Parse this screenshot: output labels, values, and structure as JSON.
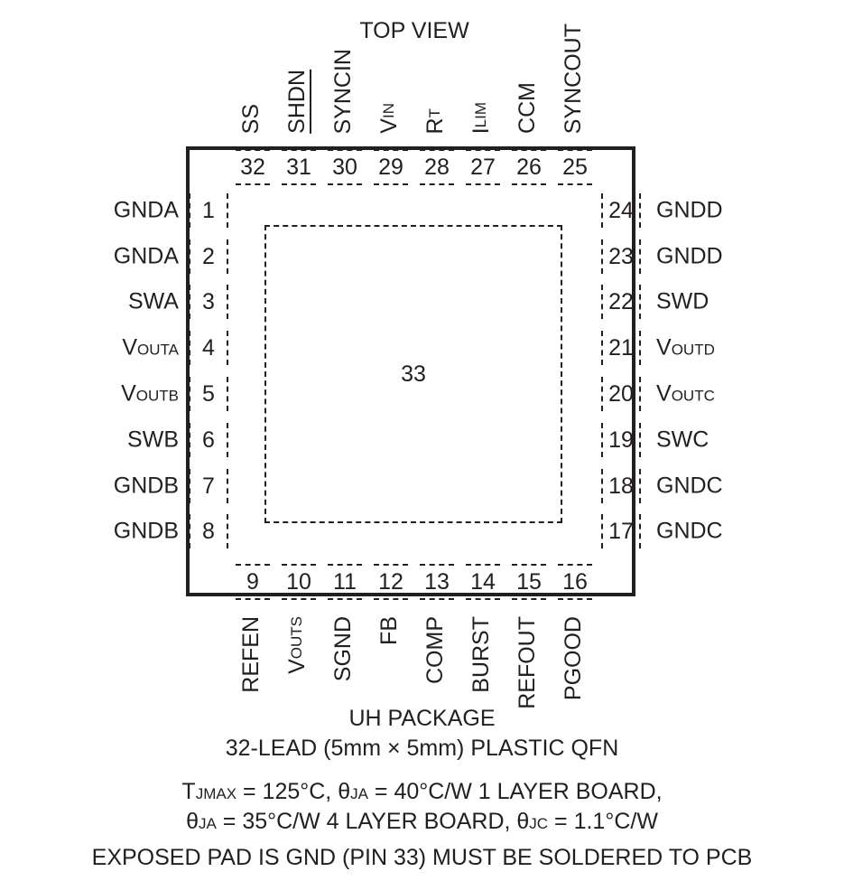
{
  "title": "TOP VIEW",
  "exposed_pad_number": "33",
  "top_pins": [
    {
      "num": "32",
      "label": "SS",
      "sub": ""
    },
    {
      "num": "31",
      "label": "SHDN",
      "sub": "",
      "overbar": true
    },
    {
      "num": "30",
      "label": "SYNCIN",
      "sub": ""
    },
    {
      "num": "29",
      "label": "V",
      "sub": "IN"
    },
    {
      "num": "28",
      "label": "R",
      "sub": "T"
    },
    {
      "num": "27",
      "label": "I",
      "sub": "LIM"
    },
    {
      "num": "26",
      "label": "CCM",
      "sub": ""
    },
    {
      "num": "25",
      "label": "SYNCOUT",
      "sub": ""
    }
  ],
  "left_pins": [
    {
      "num": "1",
      "label": "GNDA",
      "sub": ""
    },
    {
      "num": "2",
      "label": "GNDA",
      "sub": ""
    },
    {
      "num": "3",
      "label": "SWA",
      "sub": ""
    },
    {
      "num": "4",
      "label": "V",
      "sub": "OUTA"
    },
    {
      "num": "5",
      "label": "V",
      "sub": "OUTB"
    },
    {
      "num": "6",
      "label": "SWB",
      "sub": ""
    },
    {
      "num": "7",
      "label": "GNDB",
      "sub": ""
    },
    {
      "num": "8",
      "label": "GNDB",
      "sub": ""
    }
  ],
  "right_pins": [
    {
      "num": "24",
      "label": "GNDD",
      "sub": ""
    },
    {
      "num": "23",
      "label": "GNDD",
      "sub": ""
    },
    {
      "num": "22",
      "label": "SWD",
      "sub": ""
    },
    {
      "num": "21",
      "label": "V",
      "sub": "OUTD"
    },
    {
      "num": "20",
      "label": "V",
      "sub": "OUTC"
    },
    {
      "num": "19",
      "label": "SWC",
      "sub": ""
    },
    {
      "num": "18",
      "label": "GNDC",
      "sub": ""
    },
    {
      "num": "17",
      "label": "GNDC",
      "sub": ""
    }
  ],
  "bottom_pins": [
    {
      "num": "9",
      "label": "REFEN",
      "sub": ""
    },
    {
      "num": "10",
      "label": "V",
      "sub": "OUTS"
    },
    {
      "num": "11",
      "label": "SGND",
      "sub": ""
    },
    {
      "num": "12",
      "label": "FB",
      "sub": ""
    },
    {
      "num": "13",
      "label": "COMP",
      "sub": ""
    },
    {
      "num": "14",
      "label": "BURST",
      "sub": ""
    },
    {
      "num": "15",
      "label": "REFOUT",
      "sub": ""
    },
    {
      "num": "16",
      "label": "PGOOD",
      "sub": ""
    }
  ],
  "package_name": "UH PACKAGE",
  "package_desc": "32-LEAD (5mm × 5mm) PLASTIC QFN",
  "thermal": {
    "line1_a": "T",
    "line1_a_sub": "JMAX",
    "line1_b": " = 125°C, θ",
    "line1_b_sub": "JA",
    "line1_c": " = 40°C/W 1 LAYER BOARD,",
    "line2_a": "θ",
    "line2_a_sub": "JA",
    "line2_b": " = 35°C/W 4 LAYER BOARD, θ",
    "line2_b_sub": "JC",
    "line2_c": " = 1.1°C/W"
  },
  "exposed_pad_note": "EXPOSED PAD IS GND (PIN 33) MUST BE SOLDERED TO PCB"
}
